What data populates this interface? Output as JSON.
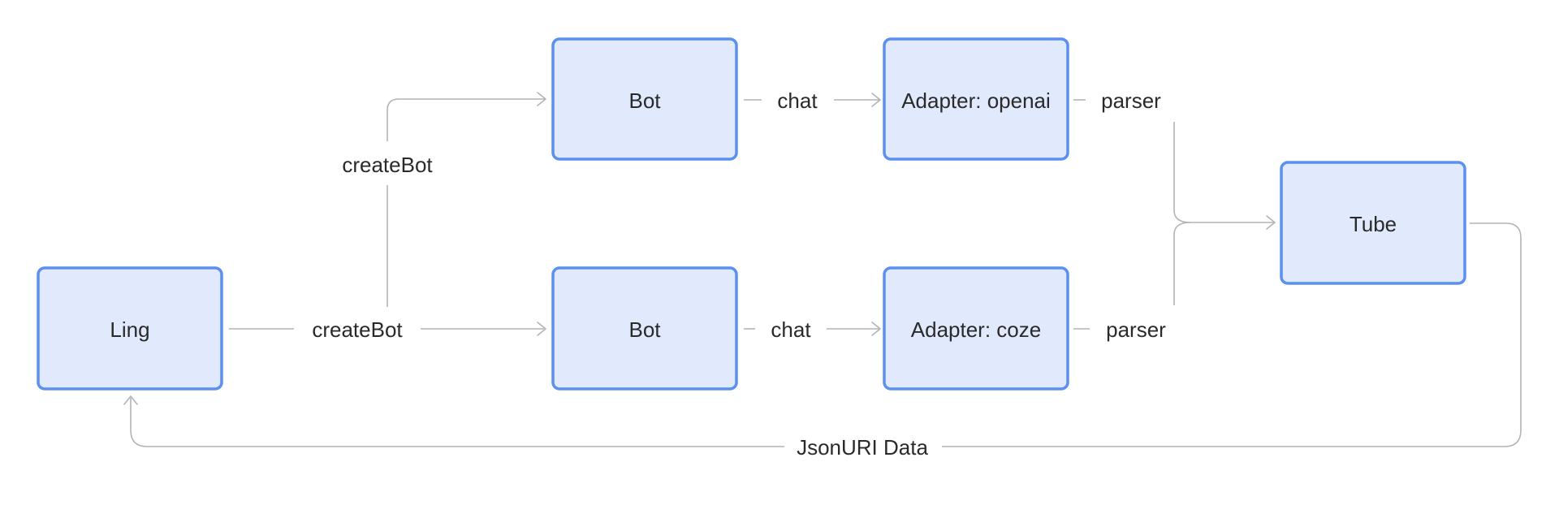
{
  "nodes": {
    "ling": "Ling",
    "bot_top": "Bot",
    "bot_bottom": "Bot",
    "adapter_openai": "Adapter: openai",
    "adapter_coze": "Adapter: coze",
    "tube": "Tube"
  },
  "edges": {
    "createbot_top": "createBot",
    "createbot_bottom": "createBot",
    "chat_top": "chat",
    "chat_bottom": "chat",
    "parser_top": "parser",
    "parser_bottom": "parser",
    "jsonuri_data": "JsonURI Data"
  },
  "colors": {
    "node_fill": "#e1e9fd",
    "node_border": "#5b8ff0",
    "edge": "#b4b4b4",
    "text": "#2a2a2a"
  }
}
